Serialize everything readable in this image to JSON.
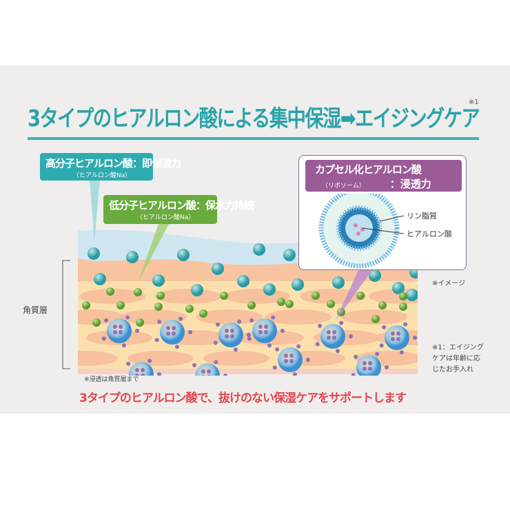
{
  "title": "3タイプのヒアルロン酸による集中保湿➡エイジングケア",
  "title_note": "※1",
  "high": {
    "main": "高分子ヒアルロン酸：即保湿力",
    "sub": "（ヒアルロン酸Na）"
  },
  "low": {
    "main": "低分子ヒアルロン酸：保水力持続",
    "sub": "（ヒアルロン酸Na）"
  },
  "capsule": {
    "main": "カプセル化ヒアルロン酸",
    "sub": "（リポソーム）",
    "effect": "：浸透力",
    "label_lipid": "リン脂質",
    "label_ha": "ヒアルロン酸"
  },
  "layer_label": "角質層",
  "image_note": "※イメージ",
  "aging_note": [
    "※1：エイジング",
    "ケアは年齢に応",
    "じたお手入れ"
  ],
  "penetration_note": "※浸透は角質層まで",
  "tagline": "3タイプのヒアルロン酸で、抜けのない保湿ケアをサポートします",
  "colors": {
    "teal": "#2eabb0",
    "green": "#6aab3e",
    "purple": "#9a5b97",
    "red": "#e2454c"
  }
}
